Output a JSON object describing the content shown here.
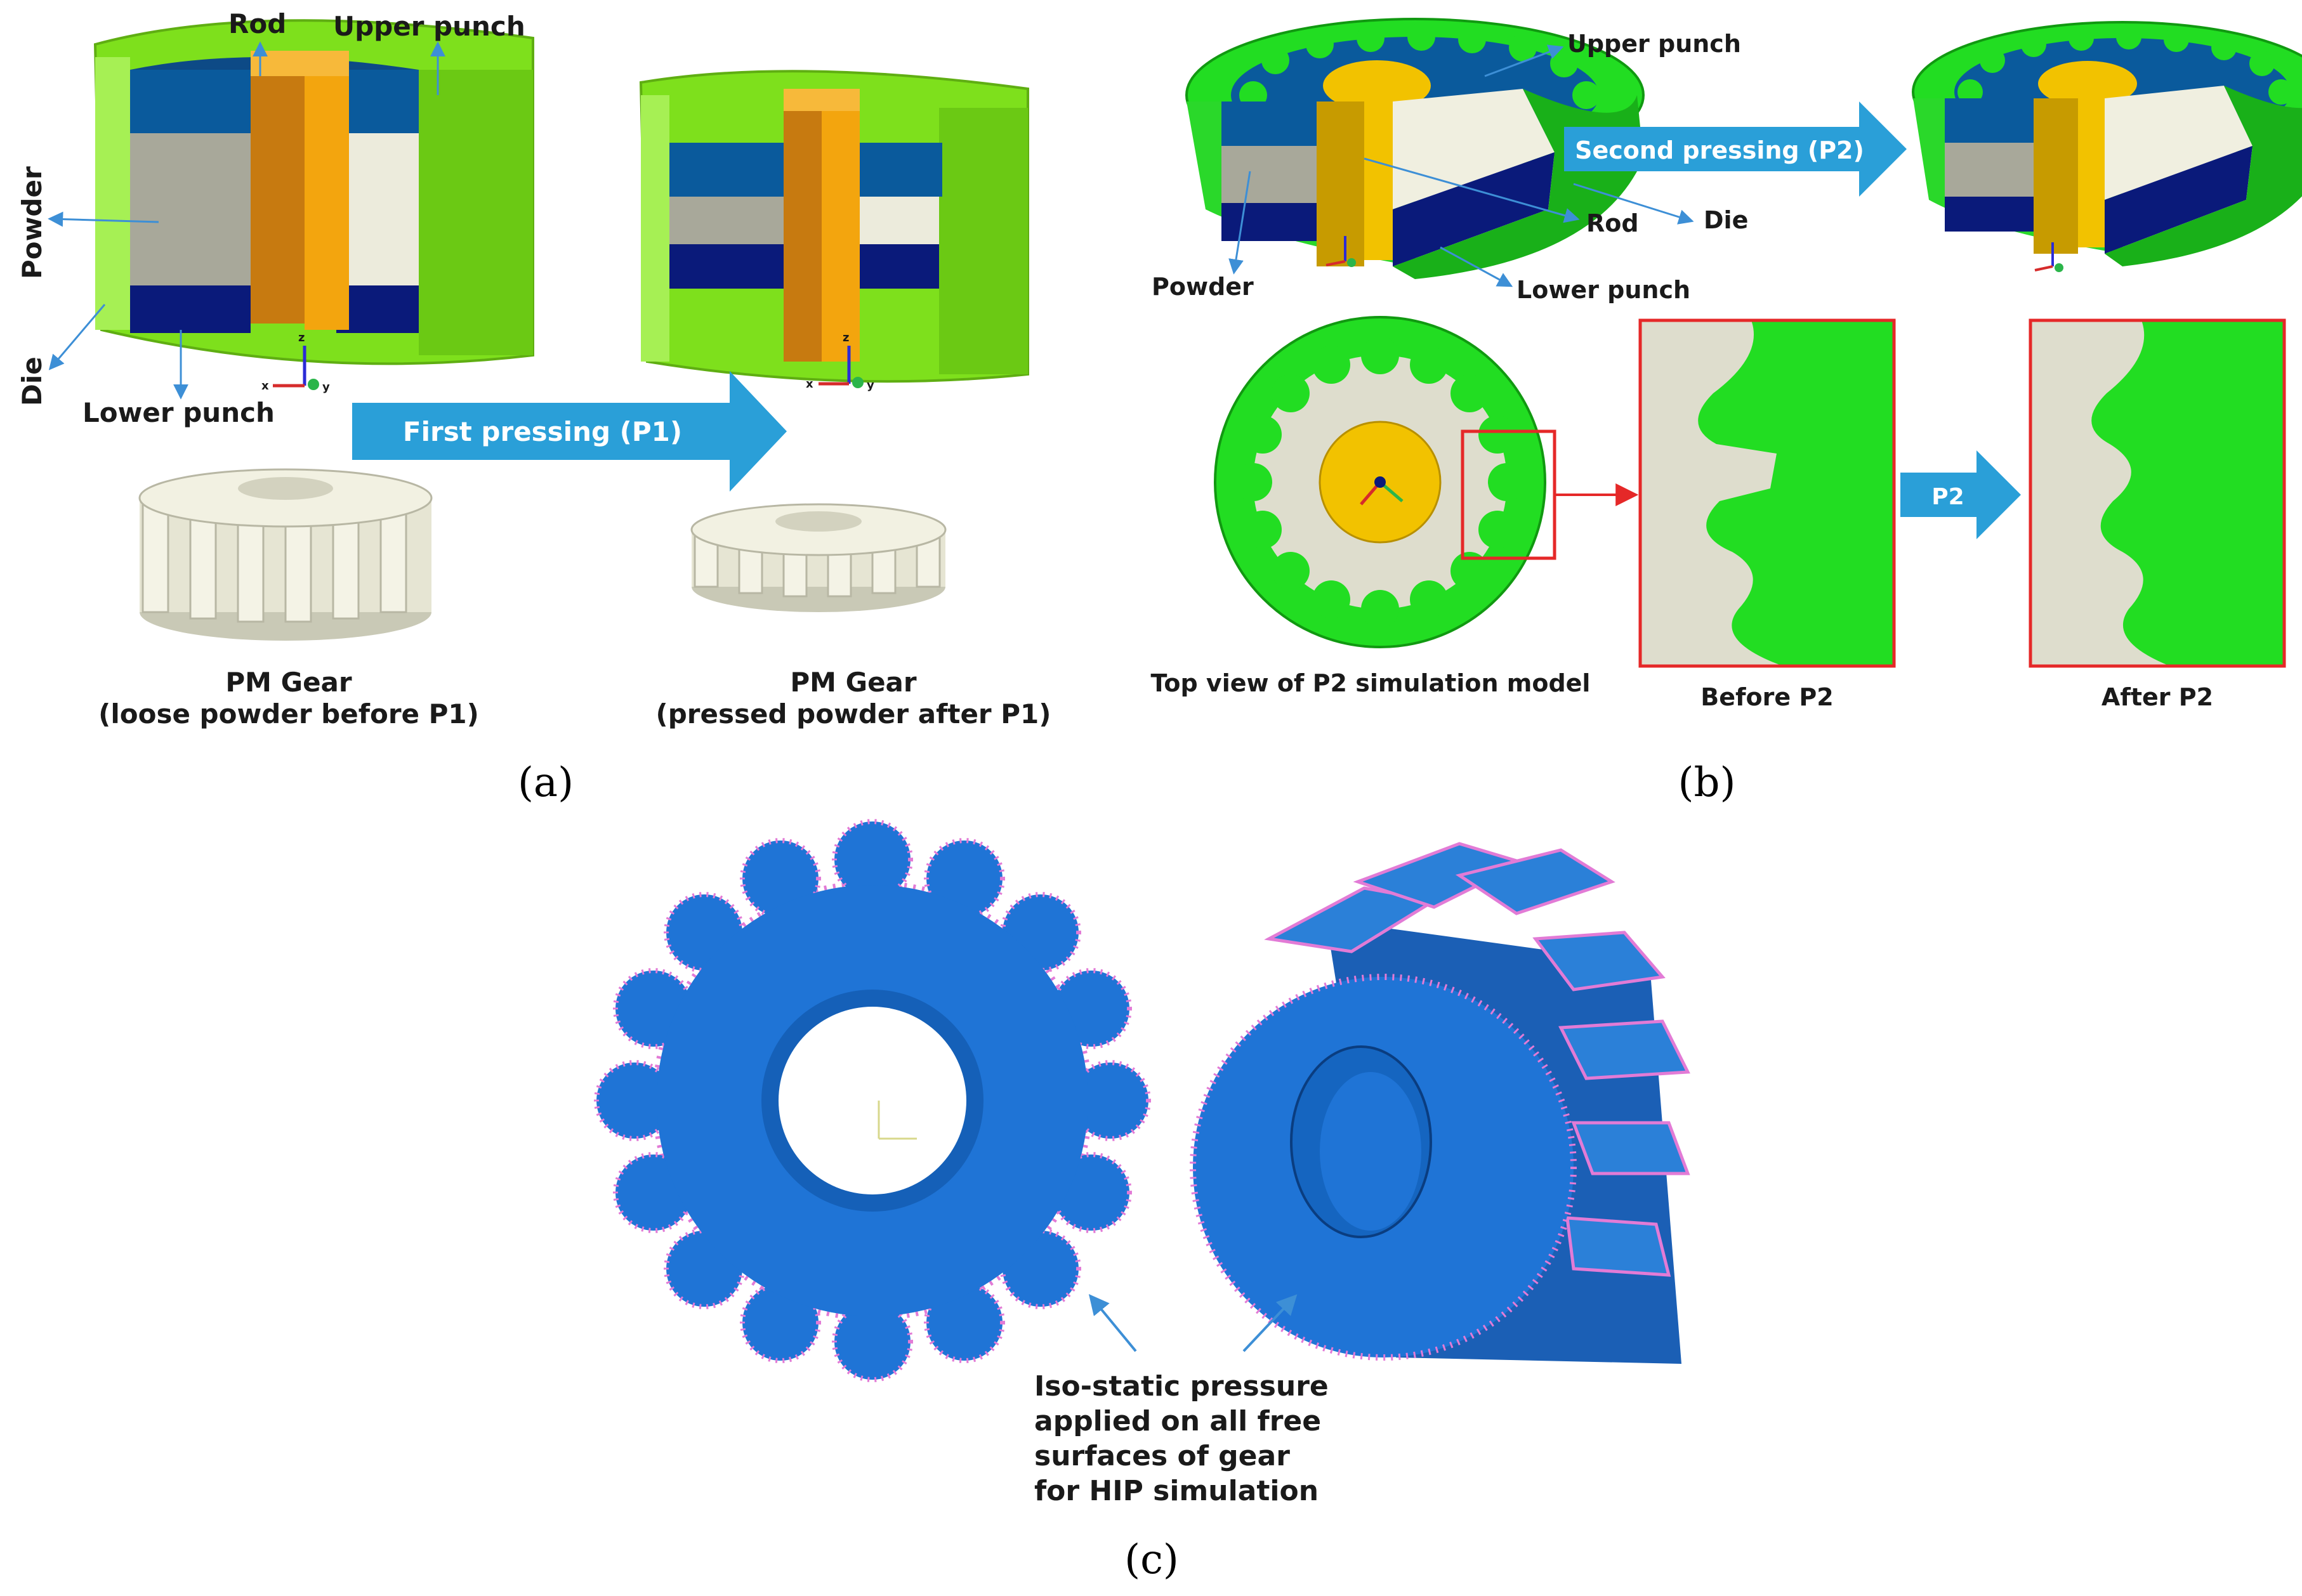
{
  "panel_a": {
    "caption": "(a)",
    "labels": {
      "rod": "Rod",
      "upper_punch": "Upper punch",
      "powder": "Powder",
      "die": "Die",
      "lower_punch": "Lower punch"
    },
    "process_arrow": "First pressing (P1)",
    "gear_left_title": "PM Gear",
    "gear_left_sub": "(loose powder before P1)",
    "gear_right_title": "PM Gear",
    "gear_right_sub": "(pressed powder after P1)",
    "axes": {
      "z": "z",
      "x": "x",
      "y": "y"
    }
  },
  "panel_b": {
    "caption": "(b)",
    "labels": {
      "upper_punch": "Upper punch",
      "die": "Die",
      "rod": "Rod",
      "powder": "Powder",
      "lower_punch": "Lower punch"
    },
    "process_arrow": "Second pressing (P2)",
    "small_arrow": "P2",
    "top_view_caption": "Top view of P2 simulation model",
    "before_caption": "Before P2",
    "after_caption": "After P2"
  },
  "panel_c": {
    "caption": "(c)",
    "note_lines": [
      "Iso-static pressure",
      "applied on all free",
      "surfaces of gear",
      "for HIP simulation"
    ]
  },
  "colors": {
    "die_green": "#7ee01c",
    "bright_green": "#22dd22",
    "punch_blue": "#0a5a9c",
    "lower_punch_navy": "#0a1a7a",
    "rod_orange": "#e8920a",
    "rod_yellow": "#f2c200",
    "powder_gray": "#a8a89a",
    "powder_cream": "#ecebdc",
    "arrow_blue": "#2a9fd8",
    "hip_blue": "#1f74d6",
    "pressure_pink": "#e27bd6",
    "frame_red": "#e52828"
  }
}
